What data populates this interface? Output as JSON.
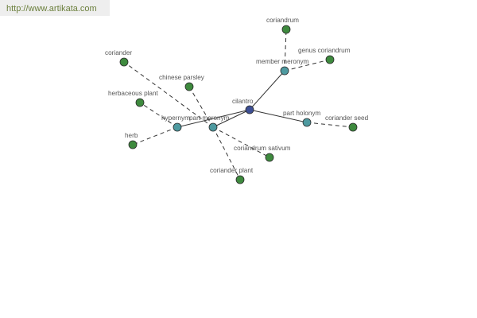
{
  "watermark": "http://www.artikata.com",
  "graph": {
    "colors": {
      "center_node": "#3d4f94",
      "relation_node": "#4e9aa0",
      "leaf_node": "#3e8a3e",
      "node_stroke": "#2a2a2a",
      "edge": "#333333",
      "label": "#555555"
    },
    "nodes": [
      {
        "id": "cilantro",
        "label": "cilantro",
        "kind": "center"
      },
      {
        "id": "member_meronym",
        "label": "member meronym",
        "kind": "relation"
      },
      {
        "id": "part_holonym",
        "label": "part holonym",
        "kind": "relation"
      },
      {
        "id": "hypernym",
        "label": "hypernym",
        "kind": "relation"
      },
      {
        "id": "part_meronym",
        "label": "part meronym",
        "kind": "relation"
      },
      {
        "id": "coriandrum",
        "label": "coriandrum",
        "kind": "leaf"
      },
      {
        "id": "genus_coriandrum",
        "label": "genus coriandrum",
        "kind": "leaf"
      },
      {
        "id": "coriander_seed",
        "label": "coriander seed",
        "kind": "leaf"
      },
      {
        "id": "coriander",
        "label": "coriander",
        "kind": "leaf"
      },
      {
        "id": "chinese_parsley",
        "label": "chinese parsley",
        "kind": "leaf"
      },
      {
        "id": "herbaceous_plant",
        "label": "herbaceous plant",
        "kind": "leaf"
      },
      {
        "id": "herb",
        "label": "herb",
        "kind": "leaf"
      },
      {
        "id": "coriandrum_sativum",
        "label": "coriandrum sativum",
        "kind": "leaf"
      },
      {
        "id": "coriander_plant",
        "label": "coriander plant",
        "kind": "leaf"
      }
    ],
    "edges": [
      {
        "from": "cilantro",
        "to": "member_meronym",
        "style": "solid"
      },
      {
        "from": "cilantro",
        "to": "part_holonym",
        "style": "solid"
      },
      {
        "from": "cilantro",
        "to": "hypernym",
        "style": "solid"
      },
      {
        "from": "cilantro",
        "to": "part_meronym",
        "style": "solid"
      },
      {
        "from": "member_meronym",
        "to": "coriandrum",
        "style": "dashed"
      },
      {
        "from": "member_meronym",
        "to": "genus_coriandrum",
        "style": "dashed"
      },
      {
        "from": "part_holonym",
        "to": "coriander_seed",
        "style": "dashed"
      },
      {
        "from": "hypernym",
        "to": "herbaceous_plant",
        "style": "dashed"
      },
      {
        "from": "hypernym",
        "to": "herb",
        "style": "dashed"
      },
      {
        "from": "part_meronym",
        "to": "coriander",
        "style": "dashed"
      },
      {
        "from": "part_meronym",
        "to": "chinese_parsley",
        "style": "dashed"
      },
      {
        "from": "part_meronym",
        "to": "coriandrum_sativum",
        "style": "dashed"
      },
      {
        "from": "part_meronym",
        "to": "coriander_plant",
        "style": "dashed"
      }
    ]
  }
}
